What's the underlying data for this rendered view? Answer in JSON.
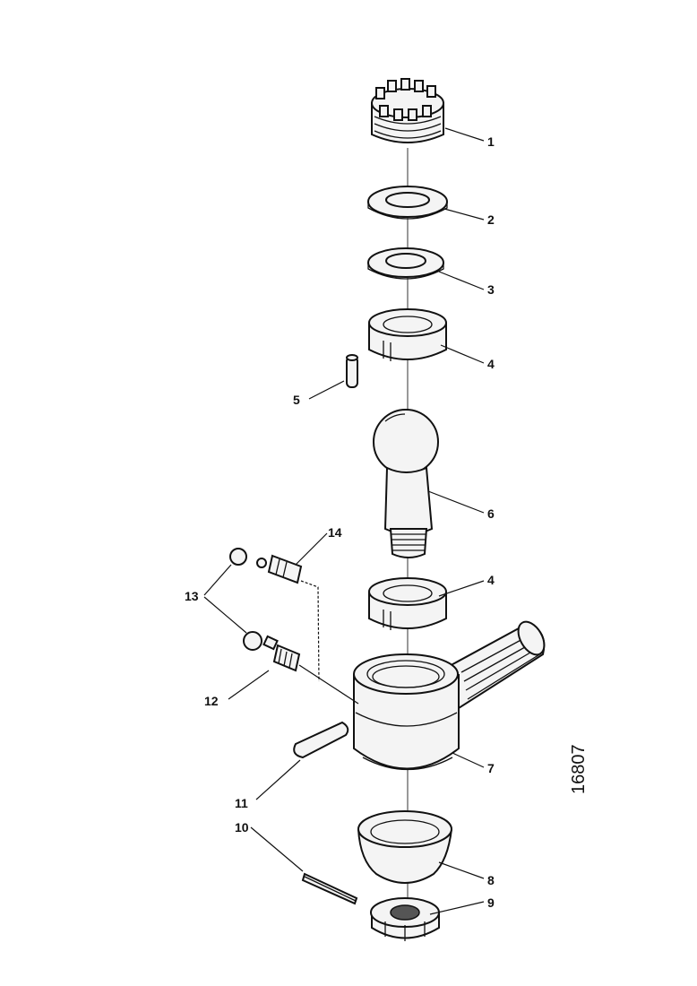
{
  "figure_ref": "16807",
  "callouts": {
    "c1": "1",
    "c2": "2",
    "c3": "3",
    "c4a": "4",
    "c5": "5",
    "c6": "6",
    "c4b": "4",
    "c14": "14",
    "c13": "13",
    "c12": "12",
    "c7": "7",
    "c11": "11",
    "c10": "10",
    "c8": "8",
    "c9": "9"
  }
}
